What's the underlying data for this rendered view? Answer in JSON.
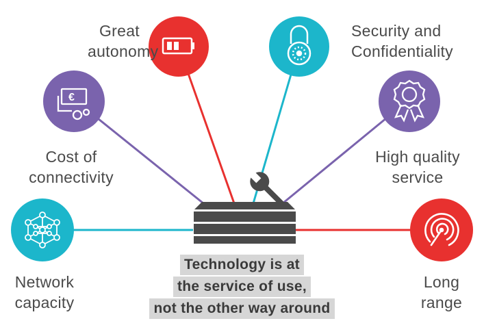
{
  "colors": {
    "red": "#e8312f",
    "teal": "#1cb6cb",
    "purple": "#7a63ad",
    "toolbox": "#4a4a4a",
    "caption_bg": "#d6d6d6",
    "text": "#4a4a4a"
  },
  "nodes": {
    "great_autonomy": {
      "line1": "Great",
      "line2": "autonomy",
      "icon": "battery-icon"
    },
    "security": {
      "line1": "Security and",
      "line2": "Confidentiality",
      "icon": "padlock-icon"
    },
    "cost": {
      "line1": "Cost of",
      "line2": "connectivity",
      "icon": "euro-bill-coins-icon"
    },
    "quality": {
      "line1": "High quality",
      "line2": "service",
      "icon": "award-rosette-icon"
    },
    "network": {
      "line1": "Network",
      "line2": "capacity",
      "icon": "network-mesh-icon"
    },
    "range": {
      "line1": "Long",
      "line2": "range",
      "icon": "signal-antenna-icon"
    }
  },
  "center": {
    "icon": "toolbox-wrench-icon"
  },
  "caption": {
    "line1": "Technology is at",
    "line2": "the service of use,",
    "line3": "not the other way around"
  }
}
